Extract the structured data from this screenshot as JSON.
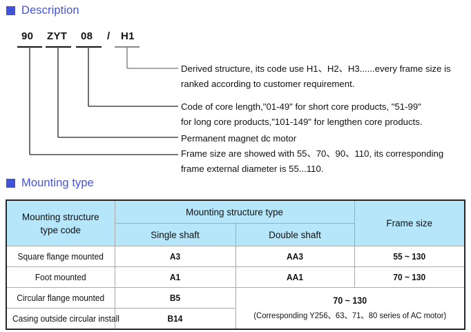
{
  "sections": {
    "description": {
      "title": "Description",
      "marker_color": "#4353d8"
    },
    "mounting": {
      "title": "Mounting type",
      "marker_color": "#4353d8"
    }
  },
  "model_code": {
    "tokens": [
      {
        "text": "90",
        "name": "frame-size-code"
      },
      {
        "text": "ZYT",
        "name": "motor-type-code"
      },
      {
        "text": "08",
        "name": "core-length-code"
      },
      {
        "text": "H1",
        "name": "derived-structure-code"
      }
    ],
    "separator": "/"
  },
  "notes": {
    "derived": {
      "line1": "Derived structure, its code use H1、H2、H3......every frame size is",
      "line2": "ranked according to customer requirement."
    },
    "core_length": {
      "line1": "Code of core length,\"01-49\" for short core products, \"51-99\"",
      "line2": "for long core products,\"101-149\" for lengthen core products."
    },
    "motor_type": {
      "line1": "Permanent magnet dc motor"
    },
    "frame_size": {
      "line1": "Frame size are showed with 55、70、90、110, its corresponding",
      "line2": "frame external diameter is 55...110."
    }
  },
  "table": {
    "header": {
      "type_code": "Mounting structure<br>type code",
      "type_code_line1": "Mounting structure",
      "type_code_line2": "type code",
      "structure_type": "Mounting structure type",
      "single_shaft": "Single shaft",
      "double_shaft": "Double shaft",
      "frame_size": "Frame size"
    },
    "header_fill": "#b5e6fa",
    "rows": [
      {
        "label": "Square flange mounted",
        "single": "A3",
        "double": "AA3",
        "frame": "55 ~ 130"
      },
      {
        "label": "Foot mounted",
        "single": "A1",
        "double": "AA1",
        "frame": "70 ~ 130"
      },
      {
        "label": "Circular flange mounted",
        "single": "B5"
      },
      {
        "label": "Casing outside circular install",
        "single": "B14"
      }
    ],
    "merged_cell": {
      "size": "70 ~ 130",
      "note": "(Corresponding Y256、63、71、80 series of AC motor)"
    }
  }
}
